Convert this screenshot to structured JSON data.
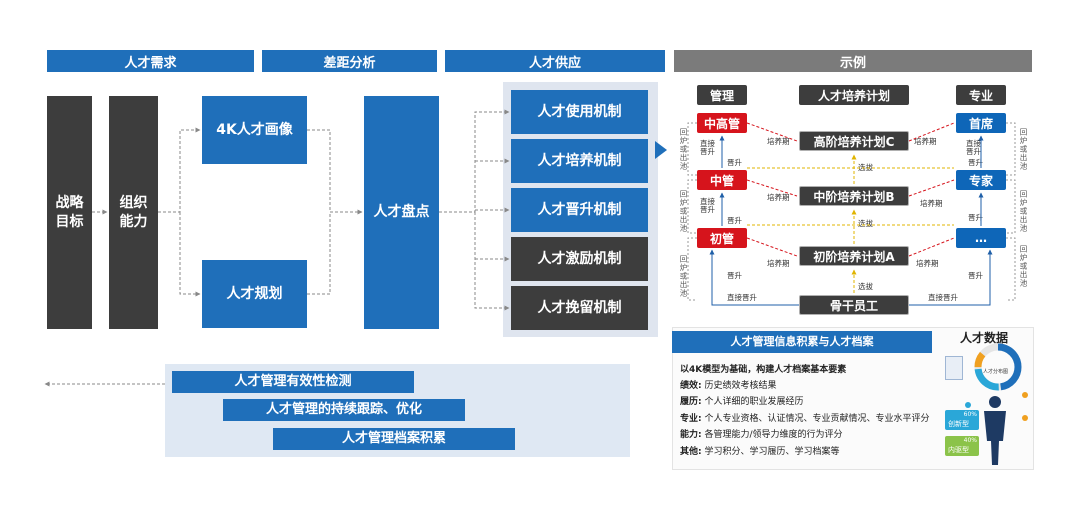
{
  "headers": {
    "demand": "人才需求",
    "gap": "差距分析",
    "supply": "人才供应",
    "example": "示例"
  },
  "left": {
    "strategy": "战略\n目标",
    "org": "组织\n能力",
    "portrait": "4K人才画像",
    "planning": "人才规划",
    "inventory": "人才盘点"
  },
  "mechanisms": [
    "人才使用机制",
    "人才培养机制",
    "人才晋升机制",
    "人才激励机制",
    "人才挽留机制"
  ],
  "bottom_bars": [
    "人才管理有效性检测",
    "人才管理的持续跟踪、优化",
    "人才管理档案积累"
  ],
  "example": {
    "col_management": "管理",
    "col_plan": "人才培养计划",
    "col_professional": "专业",
    "senior_mgr": "中高管",
    "mid_mgr": "中管",
    "junior_mgr": "初管",
    "plan_c": "高阶培养计划C",
    "plan_b": "中阶培养计划B",
    "plan_a": "初阶培养计划A",
    "chief": "首席",
    "expert": "专家",
    "dots": "…",
    "backbone": "骨干员工",
    "training_period": "培养期",
    "direct_promo": "直接\n晋升",
    "promo": "晋升",
    "select": "选拔",
    "direct_promotion_h": "直接晋升",
    "side_label": "回炉或出池"
  },
  "archive": {
    "title": "人才管理信息积累与人才档案",
    "data_title": "人才数据",
    "intro": "以4K模型为基础，构建人才档案基本要素",
    "rows": [
      {
        "k": "绩效:",
        "v": "历史绩效考核结果"
      },
      {
        "k": "履历:",
        "v": "个人详细的职业发展经历"
      },
      {
        "k": "专业:",
        "v": "个人专业资格、认证情况、专业贡献情况、专业水平评分"
      },
      {
        "k": "能力:",
        "v": "各管理能力/领导力维度的行为评分"
      },
      {
        "k": "其他:",
        "v": "学习积分、学习履历、学习档案等"
      }
    ],
    "stat1_pct": "60%",
    "stat1_label": "创新型",
    "stat2_pct": "40%",
    "stat2_label": "内驱型",
    "donut_label": "人才分布图"
  }
}
